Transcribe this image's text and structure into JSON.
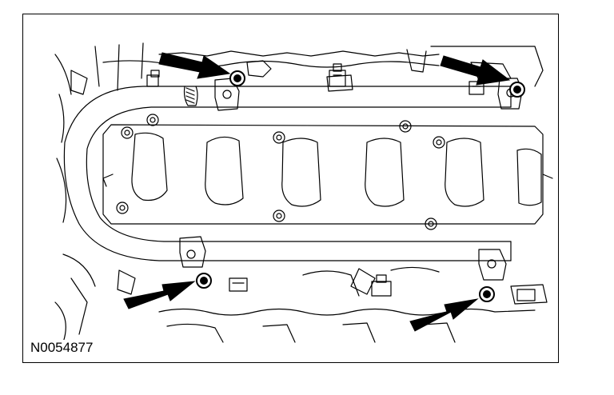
{
  "figure": {
    "id_label": "N0054877"
  },
  "colors": {
    "line": "#000000",
    "background": "#ffffff",
    "arrow": "#000000"
  },
  "callouts": [
    {
      "name": "callout-arrow-top-left",
      "target": "bolt-top-left"
    },
    {
      "name": "callout-arrow-top-right",
      "target": "bolt-top-right"
    },
    {
      "name": "callout-arrow-bottom-left",
      "target": "bolt-bottom-left"
    },
    {
      "name": "callout-arrow-bottom-right",
      "target": "bolt-bottom-right"
    }
  ]
}
